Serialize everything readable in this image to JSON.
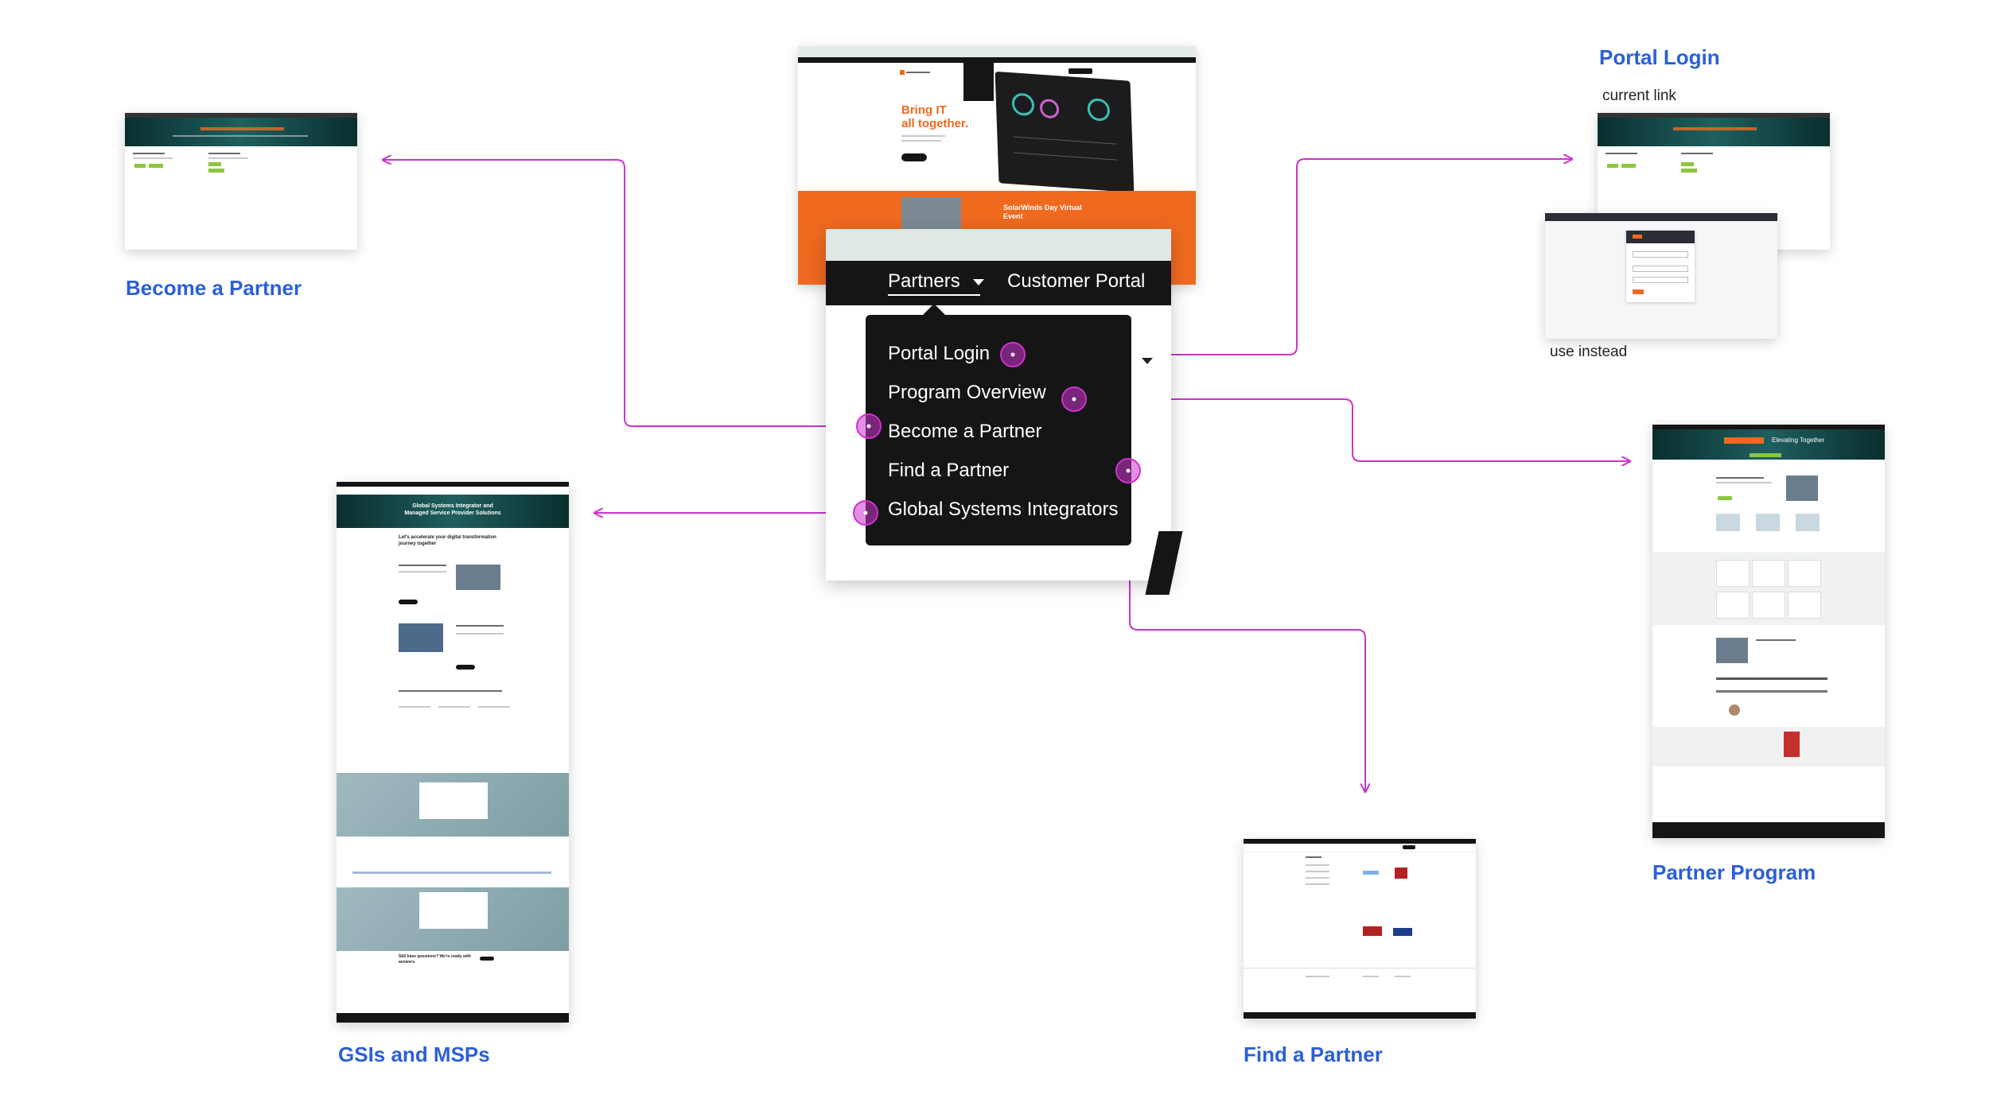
{
  "labels": {
    "portal_login": "Portal Login",
    "current_link": "current link",
    "use_instead": "use instead",
    "become_partner": "Become a Partner",
    "gsis_msps": "GSIs and MSPs",
    "find_partner": "Find a Partner",
    "partner_program": "Partner Program"
  },
  "nav": {
    "partners": "Partners",
    "customer_portal": "Customer Portal"
  },
  "menu": [
    "Portal Login",
    "Program Overview",
    "Become a Partner",
    "Find a Partner",
    "Global Systems Integrators"
  ],
  "homepage": {
    "headline_1": "Bring IT",
    "headline_2": "all together.",
    "banner": "SolarWinds Day Virtual Event"
  },
  "gsi_page": {
    "hero_1": "Global Systems Integrator and",
    "hero_2": "Managed Service Provider Solutions",
    "intro": "Let's accelerate your digital transformation journey together",
    "closing": "Still have questions? We're ready with answers."
  },
  "partner_program_page": {
    "hero": "Elevating Together"
  },
  "colors": {
    "accent_blue": "#2b5fd9",
    "connector": "#cc33cc",
    "menu_bg": "#151515",
    "brand_orange": "#ef6a1f"
  }
}
